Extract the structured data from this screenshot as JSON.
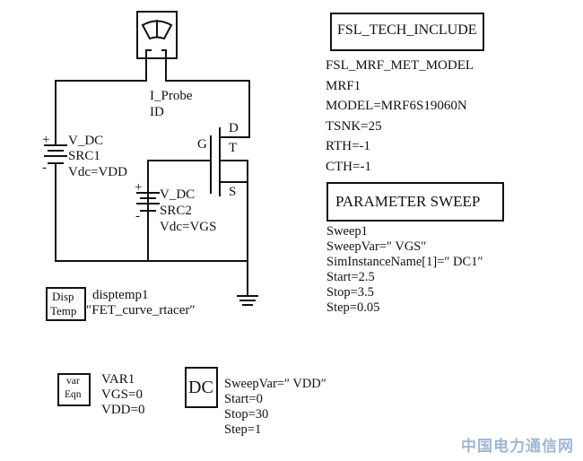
{
  "circuit": {
    "probe": {
      "type": "I_Probe",
      "name": "ID"
    },
    "src1": {
      "type": "V_DC",
      "name": "SRC1",
      "value": "Vdc=VDD",
      "plus": "+",
      "minus": "-"
    },
    "src2": {
      "type": "V_DC",
      "name": "SRC2",
      "value": "Vdc=VGS",
      "plus": "+",
      "minus": "-"
    },
    "transistor": {
      "gate": "G",
      "drain": "D",
      "thermal": "T",
      "source": "S"
    }
  },
  "tech_include": {
    "title": "FSL_TECH_INCLUDE",
    "lines": [
      "FSL_MRF_MET_MODEL",
      "MRF1",
      "MODEL=MRF6S19060N",
      "TSNK=25",
      "RTH=-1",
      "CTH=-1"
    ]
  },
  "param_sweep": {
    "title": "PARAMETER SWEEP",
    "lines": [
      "Sweep1",
      "SweepVar=″ VGS″",
      "SimInstanceName[1]=″ DC1″",
      "Start=2.5",
      "Stop=3.5",
      "Step=0.05"
    ]
  },
  "disp_temp": {
    "icon_line1": "Disp",
    "icon_line2": "Temp",
    "name": "disptemp1",
    "template": "″FET_curve_rtacer″"
  },
  "var_eqn": {
    "icon_line1": "var",
    "icon_line2": "Eqn",
    "lines": [
      "VAR1",
      "VGS=0",
      "VDD=0"
    ]
  },
  "dc_sim": {
    "icon_label": "DC",
    "lines": [
      "SweepVar=″ VDD″",
      "Start=0",
      "Stop=30",
      "Step=1"
    ]
  },
  "watermark": "中国电力通信网",
  "colors": {
    "ink": "#111111",
    "background": "#ffffff",
    "watermark": "#9db8d6"
  }
}
